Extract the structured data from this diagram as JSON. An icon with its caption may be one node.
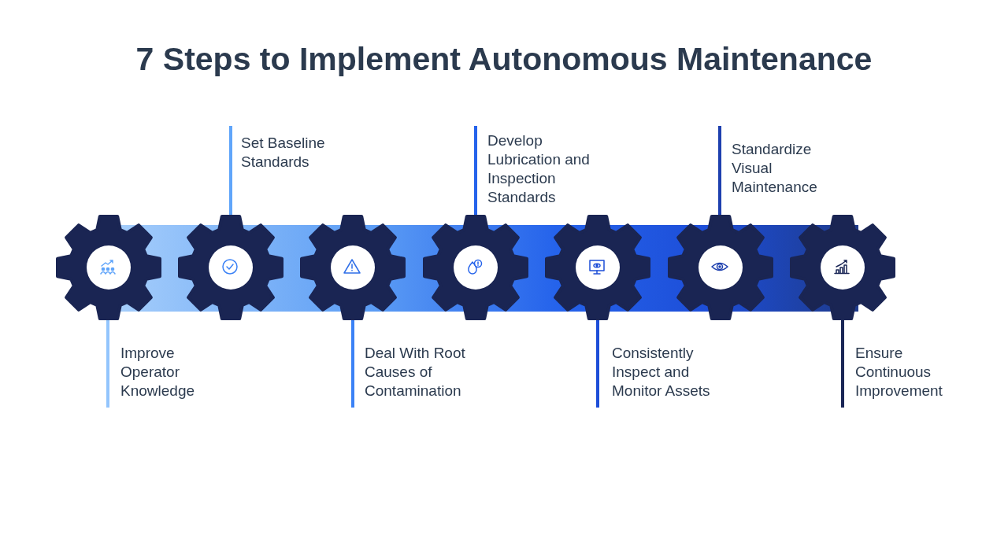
{
  "diagram": {
    "title": "7 Steps to Implement Autonomous Maintenance",
    "nodes": [
      {
        "text": [],
        "shape": "gear"
      },
      {
        "text": [],
        "shape": "gear"
      },
      {
        "text": [],
        "shape": "gear"
      },
      {
        "text": [],
        "shape": "gear"
      },
      {
        "text": [],
        "shape": "gear"
      },
      {
        "text": [],
        "shape": "gear"
      },
      {
        "text": [],
        "shape": "gear"
      },
      {
        "text": [
          "Improve Operator Knowledge"
        ]
      },
      {
        "text": [
          "Set Baseline Standards"
        ]
      },
      {
        "text": [
          "Deal With Root Causes of Contamination"
        ]
      },
      {
        "text": [
          "Develop Lubrication and Inspection Standards"
        ]
      },
      {
        "text": [
          "Consistently Inspect and Monitor Assets"
        ]
      },
      {
        "text": [
          "Standardize Visual Maintenance"
        ]
      },
      {
        "text": [
          "Ensure Continuous Improvement"
        ]
      }
    ],
    "edges": [
      {
        "from": 7,
        "to": 0,
        "arrow": "none",
        "color": "#93c5fd"
      },
      {
        "from": 8,
        "to": 1,
        "arrow": "none",
        "color": "#60a5fa"
      },
      {
        "from": 9,
        "to": 2,
        "arrow": "none",
        "color": "#3b82f6"
      },
      {
        "from": 10,
        "to": 3,
        "arrow": "none",
        "color": "#2563eb"
      },
      {
        "from": 11,
        "to": 4,
        "arrow": "none",
        "color": "#1d4ed8"
      },
      {
        "from": 12,
        "to": 5,
        "arrow": "none",
        "color": "#1e40af"
      },
      {
        "from": 13,
        "to": 6,
        "arrow": "none",
        "color": "#1a2656"
      }
    ]
  }
}
